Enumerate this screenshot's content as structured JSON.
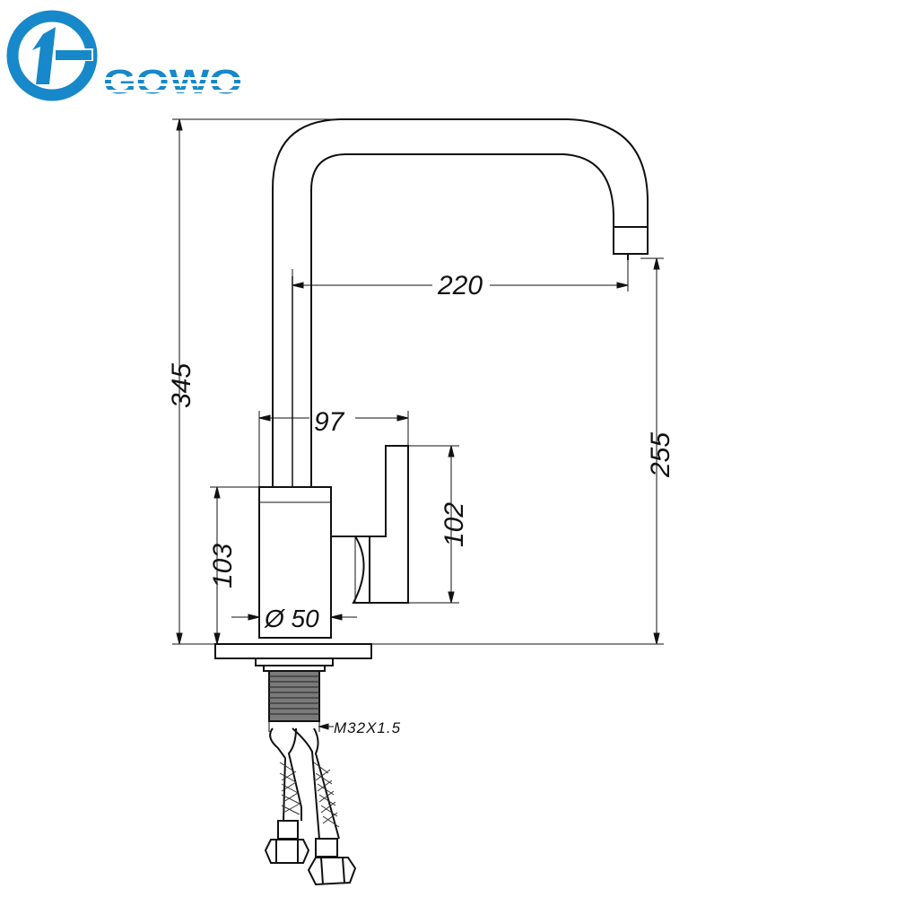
{
  "logo": {
    "mark": "1",
    "wordmark": "GOWO",
    "colors": {
      "primary": "#1788c9",
      "light": "#2aa6e0"
    }
  },
  "dimensions": {
    "total_height": "345",
    "spout_reach": "220",
    "spout_height": "255",
    "body_offset": "97",
    "handle_height": "102",
    "body_height": "103",
    "base_diameter": "Ø 50",
    "thread": "M32X1.5"
  },
  "colors": {
    "line": "#111111",
    "thread_fill": "#7a7a7a",
    "background": "#ffffff"
  }
}
